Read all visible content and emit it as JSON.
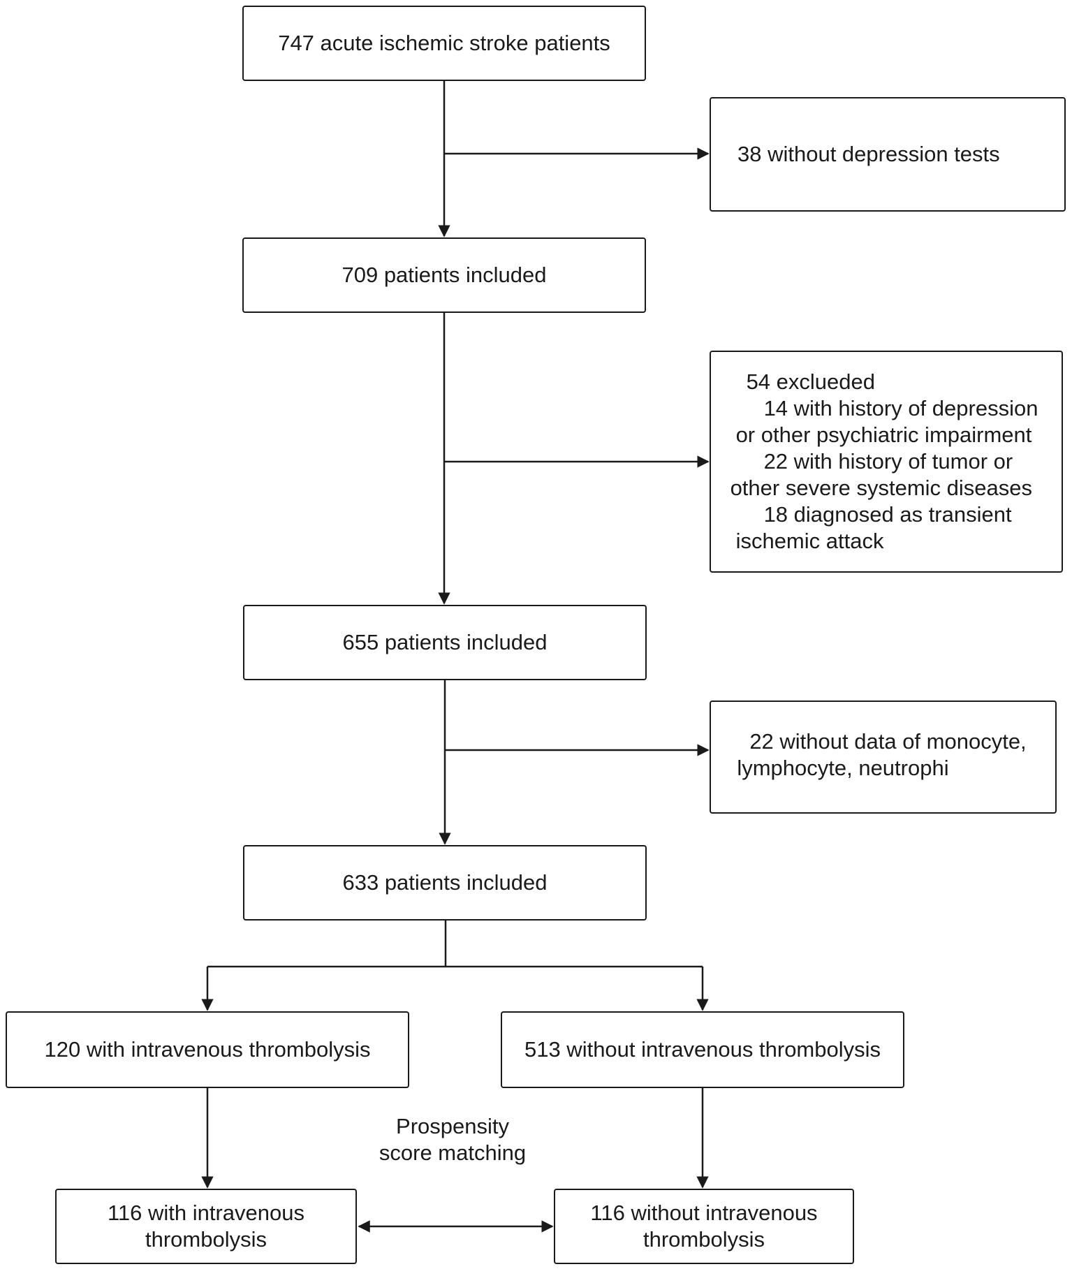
{
  "boxes": {
    "start": "747 acute ischemic stroke patients",
    "excl1": "38  without depression tests",
    "inc1": "709 patients included",
    "excl2": {
      "l1": "54 exclueded",
      "l2": "14 with history of depression",
      "l3": "or other psychiatric impairment",
      "l4": "22 with history of  tumor or",
      "l5": "other severe systemic diseases",
      "l6": "18 diagnosed as transient",
      "l7": "ischemic attack"
    },
    "inc2": "655 patients included",
    "excl3": {
      "l1": "22  without data of monocyte,",
      "l2": "lymphocyte, neutrophi"
    },
    "inc3": "633 patients included",
    "with_ivt": "120 with intravenous thrombolysis",
    "without_ivt": "513 without intravenous thrombolysis",
    "matched_with": {
      "l1": "116 with intravenous",
      "l2": "thrombolysis"
    },
    "matched_without": {
      "l1": "116 without intravenous",
      "l2": "thrombolysis"
    }
  },
  "psm_label": {
    "l1": "Prospensity",
    "l2": "score matching"
  }
}
